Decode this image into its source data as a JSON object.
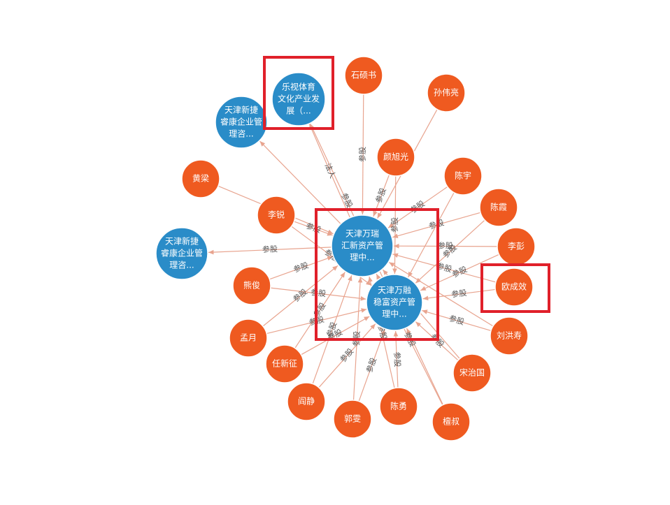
{
  "colors": {
    "company": "#2a8cc8",
    "person": "#ef5a20",
    "edge": "#e8a48f",
    "highlight": "#e0202a"
  },
  "nodes": [
    {
      "id": "wanrui",
      "type": "company",
      "label": [
        "天津万瑞",
        "汇新资产管",
        "理中..."
      ]
    },
    {
      "id": "wanrong",
      "type": "company",
      "label": [
        "天津万融",
        "稳富资产管",
        "理中..."
      ]
    },
    {
      "id": "leshi",
      "type": "company",
      "label": [
        "乐视体育",
        "文化产业发",
        "展（..."
      ]
    },
    {
      "id": "xinjie1",
      "type": "company",
      "label": [
        "天津新捷",
        "睿康企业管",
        "理咨..."
      ]
    },
    {
      "id": "xinjie2",
      "type": "company",
      "label": [
        "天津新捷",
        "睿康企业管",
        "理咨..."
      ]
    },
    {
      "id": "shishuoshu",
      "type": "person",
      "label": [
        "石硕书"
      ]
    },
    {
      "id": "sunweiliang",
      "type": "person",
      "label": [
        "孙伟亮"
      ]
    },
    {
      "id": "yanxuguang",
      "type": "person",
      "label": [
        "颜旭光"
      ]
    },
    {
      "id": "chenyu",
      "type": "person",
      "label": [
        "陈宇"
      ]
    },
    {
      "id": "chenxia",
      "type": "person",
      "label": [
        "陈霞"
      ]
    },
    {
      "id": "lipeng",
      "type": "person",
      "label": [
        "李彭"
      ]
    },
    {
      "id": "ouchengxiao",
      "type": "person",
      "label": [
        "欧成效"
      ]
    },
    {
      "id": "liuhongshou",
      "type": "person",
      "label": [
        "刘洪寿"
      ]
    },
    {
      "id": "songzhiguo",
      "type": "person",
      "label": [
        "宋治国"
      ]
    },
    {
      "id": "jishu",
      "type": "person",
      "label": [
        "檀叔"
      ]
    },
    {
      "id": "chenyong",
      "type": "person",
      "label": [
        "陈勇"
      ]
    },
    {
      "id": "guowen",
      "type": "person",
      "label": [
        "郭雯"
      ]
    },
    {
      "id": "yanjing",
      "type": "person",
      "label": [
        "阎静"
      ]
    },
    {
      "id": "renxinzheng",
      "type": "person",
      "label": [
        "任新征"
      ]
    },
    {
      "id": "mengyue",
      "type": "person",
      "label": [
        "孟月"
      ]
    },
    {
      "id": "xiongjun",
      "type": "person",
      "label": [
        "熊俊"
      ]
    },
    {
      "id": "lirui",
      "type": "person",
      "label": [
        "李锐"
      ]
    },
    {
      "id": "huangliang",
      "type": "person",
      "label": [
        "黄梁"
      ]
    }
  ],
  "edges": [
    {
      "from": "wanrui",
      "to": "leshi",
      "label": "法人"
    },
    {
      "from": "wanrong",
      "to": "leshi",
      "label": "参股"
    },
    {
      "from": "wanrui",
      "to": "xinjie1",
      "label": ""
    },
    {
      "from": "wanrui",
      "to": "xinjie2",
      "label": "参股"
    },
    {
      "from": "shishuoshu",
      "to": "wanrui",
      "label": "参股"
    },
    {
      "from": "sunweiliang",
      "to": "wanrui",
      "label": ""
    },
    {
      "from": "yanxuguang",
      "to": "wanrui",
      "label": "参股"
    },
    {
      "from": "yanxuguang",
      "to": "wanrong",
      "label": "参股"
    },
    {
      "from": "chenyu",
      "to": "wanrui",
      "label": "参股"
    },
    {
      "from": "chenyu",
      "to": "wanrong",
      "label": ""
    },
    {
      "from": "chenxia",
      "to": "wanrui",
      "label": "参股"
    },
    {
      "from": "chenxia",
      "to": "wanrong",
      "label": "参股"
    },
    {
      "from": "lipeng",
      "to": "wanrui",
      "label": "参股"
    },
    {
      "from": "lipeng",
      "to": "wanrong",
      "label": "参股"
    },
    {
      "from": "ouchengxiao",
      "to": "wanrui",
      "label": "参股"
    },
    {
      "from": "ouchengxiao",
      "to": "wanrong",
      "label": "参股"
    },
    {
      "from": "liuhongshou",
      "to": "wanrui",
      "label": ""
    },
    {
      "from": "liuhongshou",
      "to": "wanrong",
      "label": "参股"
    },
    {
      "from": "songzhiguo",
      "to": "wanrui",
      "label": ""
    },
    {
      "from": "songzhiguo",
      "to": "wanrong",
      "label": "参股"
    },
    {
      "from": "jishu",
      "to": "wanrui",
      "label": "参股"
    },
    {
      "from": "jishu",
      "to": "wanrong",
      "label": ""
    },
    {
      "from": "chenyong",
      "to": "wanrui",
      "label": "参股"
    },
    {
      "from": "chenyong",
      "to": "wanrong",
      "label": "参股"
    },
    {
      "from": "guowen",
      "to": "wanrui",
      "label": "参股"
    },
    {
      "from": "guowen",
      "to": "wanrong",
      "label": "参股"
    },
    {
      "from": "yanjing",
      "to": "wanrui",
      "label": "参股"
    },
    {
      "from": "yanjing",
      "to": "wanrong",
      "label": "参股"
    },
    {
      "from": "renxinzheng",
      "to": "wanrui",
      "label": "参股"
    },
    {
      "from": "renxinzheng",
      "to": "wanrong",
      "label": "参股"
    },
    {
      "from": "mengyue",
      "to": "wanrui",
      "label": "参股"
    },
    {
      "from": "mengyue",
      "to": "wanrong",
      "label": "参股"
    },
    {
      "from": "xiongjun",
      "to": "wanrui",
      "label": "参股"
    },
    {
      "from": "xiongjun",
      "to": "wanrong",
      "label": "参股"
    },
    {
      "from": "lirui",
      "to": "wanrui",
      "label": "参股"
    },
    {
      "from": "lirui",
      "to": "wanrong",
      "label": "参股"
    },
    {
      "from": "huangliang",
      "to": "wanrui",
      "label": ""
    }
  ],
  "highlights": [
    "leshi",
    "center",
    "ouchengxiao"
  ]
}
